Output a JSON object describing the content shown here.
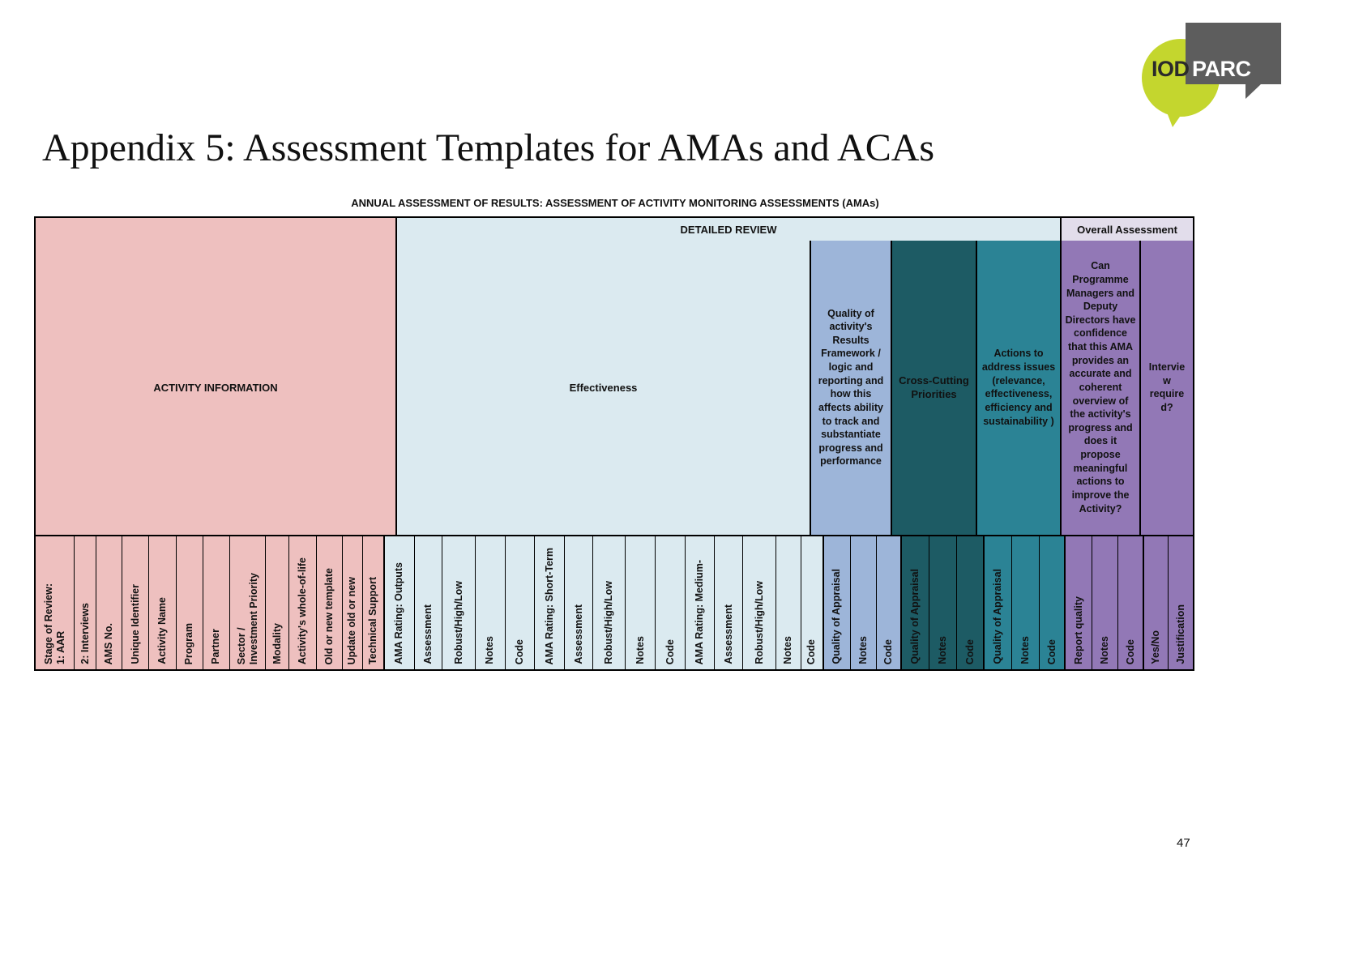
{
  "logo": {
    "left_text": "IOD",
    "right_text": "PARC"
  },
  "page_title": "Appendix 5: Assessment Templates for AMAs and ACAs",
  "table_caption": "ANNUAL ASSESSMENT OF RESULTS: ASSESSMENT OF ACTIVITY MONITORING ASSESSMENTS (AMAs)",
  "page_number": "47",
  "colors": {
    "activity_information": "#eec0bf",
    "detailed_review": "#dbeaf0",
    "quality_results_framework": "#9db5d9",
    "cross_cutting": "#1d5b64",
    "actions": "#2b8395",
    "overall_assessment": "#9278b6",
    "overall_assessment_header": "#e2ddeb"
  },
  "top_bands": [
    {
      "label": "",
      "name": "band-spacer-activity-information"
    },
    {
      "label": "DETAILED REVIEW",
      "name": "band-detailed-review"
    },
    {
      "label": "Overall Assessment",
      "name": "band-overall-assessment"
    }
  ],
  "groups": [
    {
      "name": "activity-information",
      "label": "ACTIVITY INFORMATION"
    },
    {
      "name": "effectiveness",
      "label": "Effectiveness"
    },
    {
      "name": "quality-results-framework",
      "label": "Quality of activity's Results Framework / logic and reporting and how this affects ability to track and substantiate progress and performance"
    },
    {
      "name": "cross-cutting-priorities",
      "label": "Cross-Cutting Priorities"
    },
    {
      "name": "actions-to-address-issues",
      "label": "Actions to address issues (relevance, effectiveness, efficiency and sustainability )"
    },
    {
      "name": "overall-confidence",
      "label": "Can Programme Managers and Deputy Directors have confidence that this AMA provides an accurate and coherent overview of the activity's progress and does it propose meaningful actions to improve the Activity?"
    },
    {
      "name": "interview-required",
      "label": "Intervie\nw\nrequire\nd?"
    }
  ],
  "columns": [
    {
      "name": "stage-of-review",
      "label": "Stage of Review:\n1: AAR",
      "group": "activity-information"
    },
    {
      "name": "interviews",
      "label": "2: Interviews",
      "group": "activity-information"
    },
    {
      "name": "ams-no",
      "label": "AMS No.",
      "group": "activity-information"
    },
    {
      "name": "unique-identifier",
      "label": "Unique Identifier",
      "group": "activity-information"
    },
    {
      "name": "activity-name",
      "label": "Activity Name",
      "group": "activity-information"
    },
    {
      "name": "program",
      "label": "Program",
      "group": "activity-information"
    },
    {
      "name": "partner",
      "label": "Partner",
      "group": "activity-information"
    },
    {
      "name": "sector-investment-priority",
      "label": "Sector /\nInvestment Priority",
      "group": "activity-information"
    },
    {
      "name": "modality",
      "label": "Modality",
      "group": "activity-information"
    },
    {
      "name": "activitys-whole-of-life",
      "label": "Activity's whole-of-life",
      "group": "activity-information"
    },
    {
      "name": "old-or-new-template",
      "label": "Old or new template",
      "group": "activity-information"
    },
    {
      "name": "update-old-or-new",
      "label": "Update old or new",
      "group": "activity-information"
    },
    {
      "name": "technical-support",
      "label": "Technical Support",
      "group": "activity-information"
    },
    {
      "name": "ama-rating-outputs",
      "label": "AMA Rating: Outputs",
      "group": "effectiveness"
    },
    {
      "name": "assessment-outputs",
      "label": "Assessment",
      "group": "effectiveness"
    },
    {
      "name": "robust-high-low-outputs",
      "label": "Robust/High/Low",
      "group": "effectiveness"
    },
    {
      "name": "notes-outputs",
      "label": "Notes",
      "group": "effectiveness"
    },
    {
      "name": "code-outputs",
      "label": "Code",
      "group": "effectiveness"
    },
    {
      "name": "ama-rating-short-term",
      "label": "AMA Rating: Short-Term",
      "group": "effectiveness"
    },
    {
      "name": "assessment-short-term",
      "label": "Assessment",
      "group": "effectiveness"
    },
    {
      "name": "robust-high-low-short-term",
      "label": "Robust/High/Low",
      "group": "effectiveness"
    },
    {
      "name": "notes-short-term",
      "label": "Notes",
      "group": "effectiveness"
    },
    {
      "name": "code-short-term",
      "label": "Code",
      "group": "effectiveness"
    },
    {
      "name": "ama-rating-medium",
      "label": "AMA Rating: Medium-",
      "group": "effectiveness"
    },
    {
      "name": "assessment-medium",
      "label": "Assessment",
      "group": "effectiveness"
    },
    {
      "name": "robust-high-low-medium",
      "label": "Robust/High/Low",
      "group": "effectiveness"
    },
    {
      "name": "notes-medium",
      "label": "Notes",
      "group": "effectiveness"
    },
    {
      "name": "code-medium",
      "label": "Code",
      "group": "effectiveness"
    },
    {
      "name": "quality-of-appraisal-rf",
      "label": "Quality of Appraisal",
      "group": "quality-results-framework"
    },
    {
      "name": "notes-rf",
      "label": "Notes",
      "group": "quality-results-framework"
    },
    {
      "name": "code-rf",
      "label": "Code",
      "group": "quality-results-framework"
    },
    {
      "name": "quality-of-appraisal-ccp",
      "label": "Quality of Appraisal",
      "group": "cross-cutting-priorities"
    },
    {
      "name": "notes-ccp",
      "label": "Notes",
      "group": "cross-cutting-priorities"
    },
    {
      "name": "code-ccp",
      "label": "Code",
      "group": "cross-cutting-priorities"
    },
    {
      "name": "quality-of-appraisal-actions",
      "label": "Quality of Appraisal",
      "group": "actions-to-address-issues"
    },
    {
      "name": "notes-actions",
      "label": "Notes",
      "group": "actions-to-address-issues"
    },
    {
      "name": "code-actions",
      "label": "Code",
      "group": "actions-to-address-issues"
    },
    {
      "name": "report-quality",
      "label": "Report quality",
      "group": "overall-confidence"
    },
    {
      "name": "notes-overall",
      "label": "Notes",
      "group": "overall-confidence"
    },
    {
      "name": "code-overall",
      "label": "Code",
      "group": "overall-confidence"
    },
    {
      "name": "yes-no",
      "label": "Yes/No",
      "group": "interview-required"
    },
    {
      "name": "justification",
      "label": "Justification",
      "group": "interview-required"
    }
  ]
}
